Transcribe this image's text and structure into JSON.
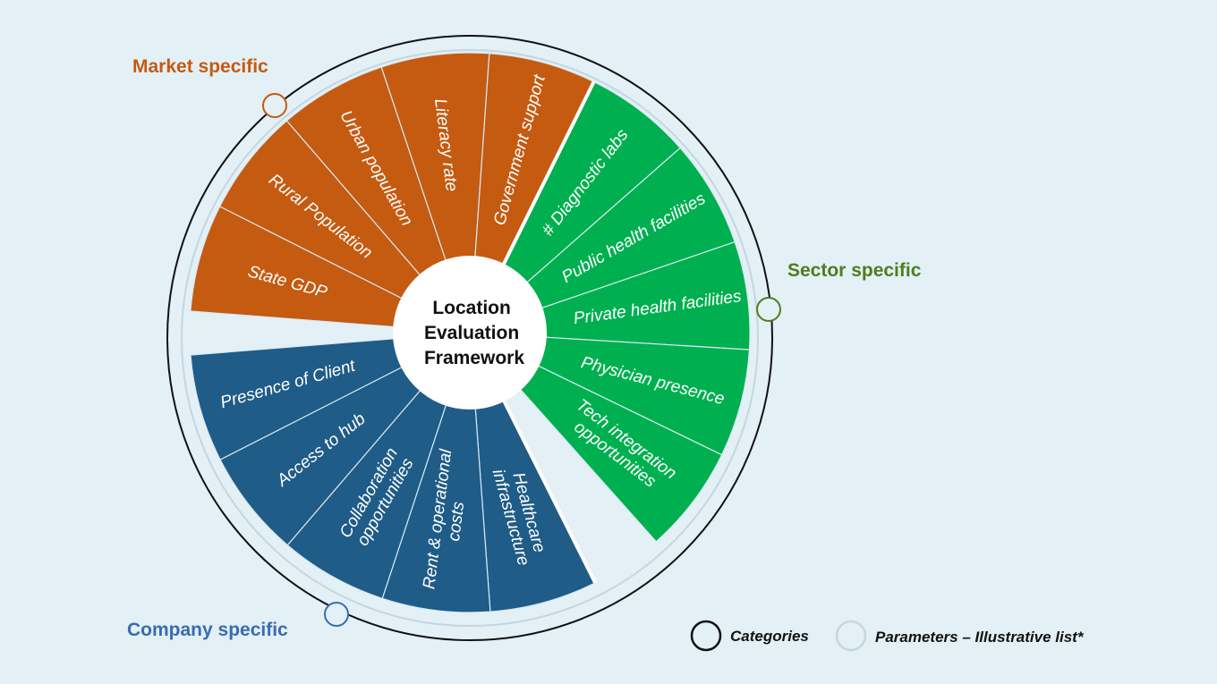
{
  "center": {
    "lines": [
      "Location",
      "Evaluation",
      "Framework"
    ]
  },
  "colors": {
    "market": "#c55a11",
    "sector": "#00b050",
    "company": "#1f5c87",
    "market_label": "#c55a11",
    "sector_label": "#4e7d1e",
    "company_label": "#3a6bb0",
    "divider": "#d8e8f0",
    "ring": "#111111",
    "white": "#ffffff"
  },
  "categories": [
    {
      "key": "market",
      "label": "Market specific",
      "items": [
        {
          "lines": [
            "State GDP"
          ]
        },
        {
          "lines": [
            "Rural Population"
          ]
        },
        {
          "lines": [
            "Urban population"
          ]
        },
        {
          "lines": [
            "Literacy rate"
          ]
        },
        {
          "lines": [
            "Government support"
          ]
        }
      ]
    },
    {
      "key": "sector",
      "label": "Sector specific",
      "items": [
        {
          "lines": [
            "# Diagnostic labs"
          ]
        },
        {
          "lines": [
            "Public health facilities"
          ]
        },
        {
          "lines": [
            "Private health facilities"
          ]
        },
        {
          "lines": [
            "Physician presence"
          ]
        },
        {
          "lines": [
            "Tech integration",
            "opportunities"
          ]
        }
      ]
    },
    {
      "key": "company",
      "label": "Company specific",
      "items": [
        {
          "lines": [
            "Healthcare",
            "infrastructure"
          ]
        },
        {
          "lines": [
            "Rent & operational",
            "costs"
          ]
        },
        {
          "lines": [
            "Collaboration",
            "opportunities"
          ]
        },
        {
          "lines": [
            "Access to hub"
          ]
        },
        {
          "lines": [
            "Presence of Client"
          ]
        }
      ]
    }
  ],
  "legend": {
    "categories_label": "Categories",
    "parameters_label": "Parameters – Illustrative list*"
  }
}
